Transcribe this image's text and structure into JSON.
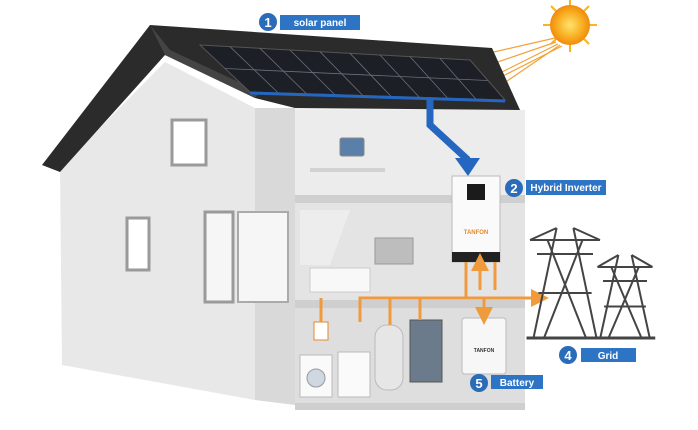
{
  "labels": [
    {
      "number": "1",
      "text": "solar panel"
    },
    {
      "number": "2",
      "text": "Hybrid Inverter"
    },
    {
      "number": "4",
      "text": "Grid"
    },
    {
      "number": "5",
      "text": "Battery"
    }
  ],
  "branding": {
    "inverter": "TANFON",
    "battery": "TANFON"
  },
  "colors": {
    "badge": "#2b6cb8",
    "label_bg": "#2d74c4",
    "energy_flow": "#f09a3e",
    "solar_flow": "#2466c0",
    "roof": "#2b2b2b",
    "sun": "#f6a51a"
  }
}
